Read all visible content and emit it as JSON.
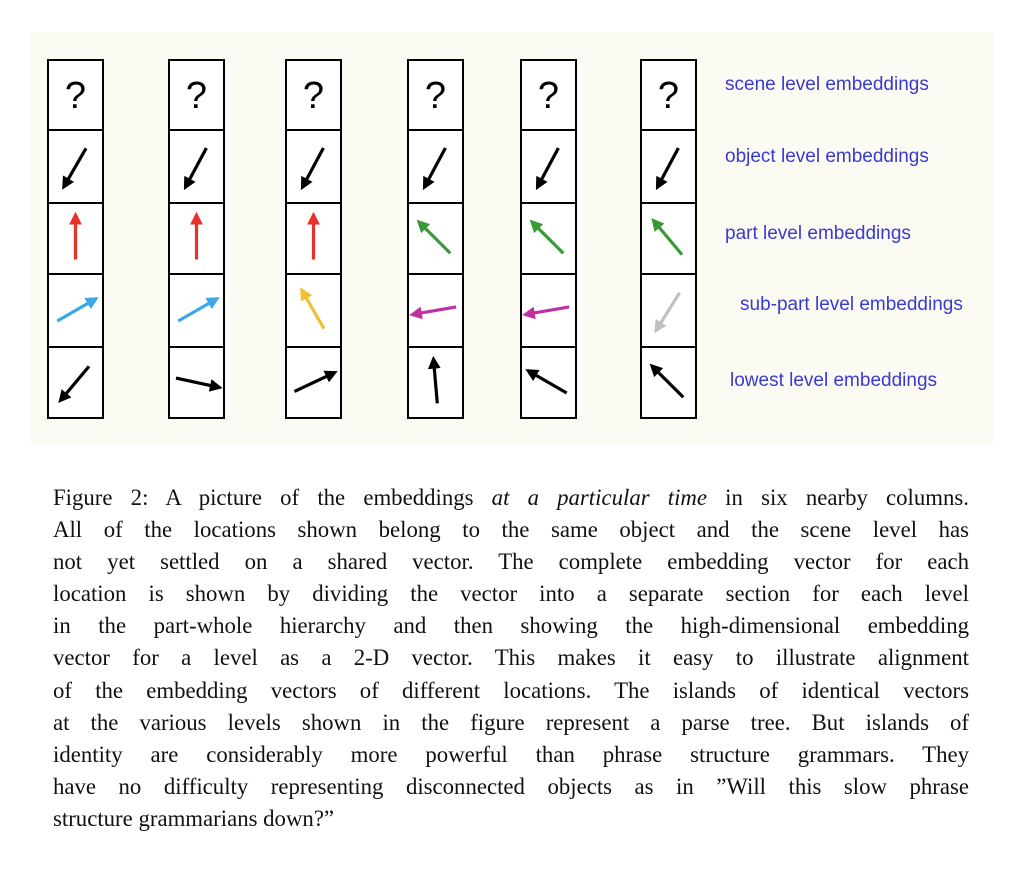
{
  "figure": {
    "question_mark": "?",
    "columns": [
      {
        "levels": [
          {
            "kind": "question"
          },
          {
            "angle": 120,
            "color": "#000000"
          },
          {
            "angle": -90,
            "color": "#e8312b"
          },
          {
            "angle": -30,
            "color": "#3aa8e8"
          },
          {
            "angle": 130,
            "color": "#000000"
          }
        ]
      },
      {
        "levels": [
          {
            "kind": "question"
          },
          {
            "angle": 118,
            "color": "#000000"
          },
          {
            "angle": -90,
            "color": "#e8312b"
          },
          {
            "angle": -30,
            "color": "#3aa8e8"
          },
          {
            "angle": 12,
            "color": "#000000"
          }
        ]
      },
      {
        "levels": [
          {
            "kind": "question"
          },
          {
            "angle": 118,
            "color": "#000000"
          },
          {
            "angle": -90,
            "color": "#e8312b"
          },
          {
            "angle": -120,
            "color": "#f0c030"
          },
          {
            "angle": -25,
            "color": "#000000"
          }
        ]
      },
      {
        "levels": [
          {
            "kind": "question"
          },
          {
            "angle": 118,
            "color": "#000000"
          },
          {
            "angle": -135,
            "color": "#3a9a35"
          },
          {
            "angle": 170,
            "color": "#c030a0"
          },
          {
            "angle": -95,
            "color": "#000000"
          }
        ]
      },
      {
        "levels": [
          {
            "kind": "question"
          },
          {
            "angle": 118,
            "color": "#000000"
          },
          {
            "angle": -135,
            "color": "#3a9a35"
          },
          {
            "angle": 170,
            "color": "#c030a0"
          },
          {
            "angle": -150,
            "color": "#000000"
          }
        ]
      },
      {
        "levels": [
          {
            "kind": "question"
          },
          {
            "angle": 118,
            "color": "#000000"
          },
          {
            "angle": -130,
            "color": "#3a9a35"
          },
          {
            "angle": 122,
            "color": "#c0c0c0"
          },
          {
            "angle": -135,
            "color": "#000000"
          }
        ]
      }
    ],
    "level_labels": [
      "scene level embeddings",
      "object level embeddings",
      "part level embeddings",
      "sub-part level embeddings",
      "lowest level embeddings"
    ],
    "label_color": "#3a3ad0"
  },
  "caption": {
    "l1_a": "Figure 2:  A picture of the embeddings ",
    "l1_em": "at a particular time",
    "l1_b": " in six nearby columns.",
    "l2": "All of the locations shown belong to the same object and the scene level has",
    "l3": "not yet settled on a shared vector.  The complete embedding vector for each",
    "l4": "location is shown by dividing the vector into a separate section for each level",
    "l5": "in the part-whole hierarchy and then showing the high-dimensional embedding",
    "l6": "vector for a level as a 2-D vector.  This makes it easy to illustrate alignment",
    "l7": "of the embedding vectors of different locations.  The islands of identical vectors",
    "l8": "at the various levels shown in the figure represent a parse tree.  But islands of",
    "l9": "identity are considerably more powerful than phrase structure grammars.  They",
    "l10": "have no difficulty representing disconnected objects as in ”Will this slow phrase",
    "l11": "structure grammarians down?”"
  }
}
